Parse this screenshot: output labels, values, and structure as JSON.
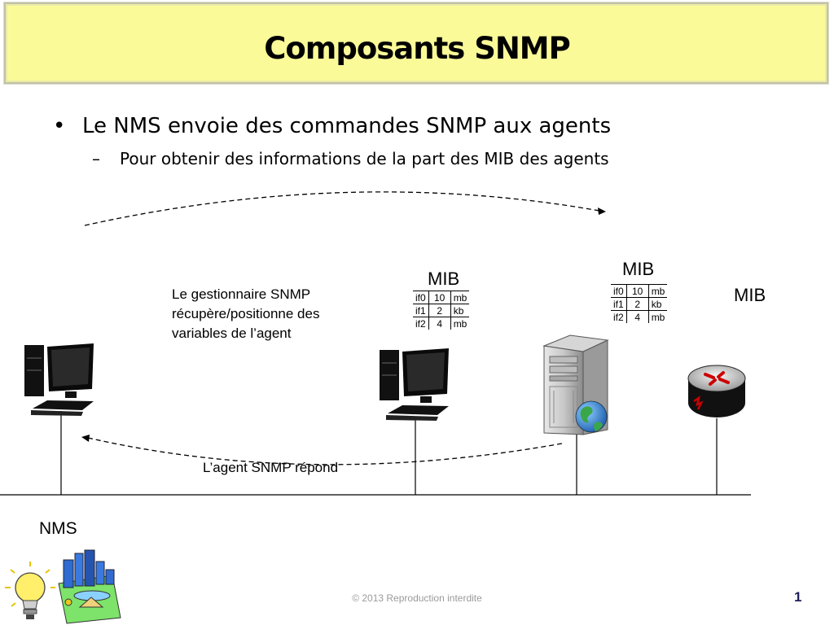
{
  "slide": {
    "title": "Composants SNMP",
    "bullet_1": "Le NMS envoie des commandes SNMP aux agents",
    "bullet_1_marker": "•",
    "bullet_2": "Pour obtenir des informations de la part des MIB des agents",
    "bullet_2_marker": "–"
  },
  "diagram": {
    "manager_text_line1": "Le gestionnaire SNMP",
    "manager_text_line2": "récupère/positionne des",
    "manager_text_line3": "variables de l’agent",
    "reply_text": "L’agent SNMP répond",
    "nms_label": "NMS",
    "mib_label_workstation": "MIB",
    "mib_label_server": "MIB",
    "mib_label_router": "MIB",
    "mib_rows": [
      {
        "iface": "if0",
        "value": "10",
        "unit": "mb"
      },
      {
        "iface": "if1",
        "value": "2",
        "unit": "kb"
      },
      {
        "iface": "if2",
        "value": "4",
        "unit": "mb"
      }
    ],
    "icons": [
      "nms-computer-icon",
      "agent-computer-icon",
      "server-tower-icon",
      "globe-icon",
      "router-icon",
      "lightbulb-clipart-icon",
      "city-clipart-icon"
    ]
  },
  "footer": {
    "copyright": "©  2013 Reproduction interdite",
    "page_number": "1"
  },
  "colors": {
    "title_background": "#fafa98",
    "page_number": "#1f1f5c",
    "footer_text": "#9a9a9a"
  }
}
